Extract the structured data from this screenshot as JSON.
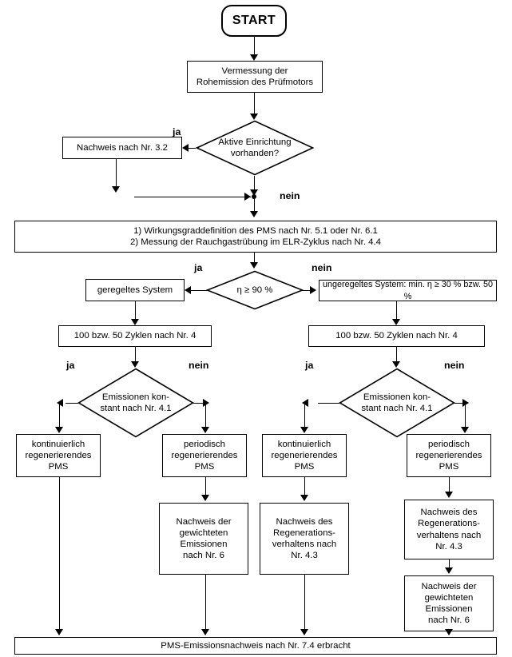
{
  "diagram": {
    "title": "PMS-Emissionsnachweis Ablaufdiagramm",
    "language": "de",
    "nodes": {
      "start": {
        "text": "START",
        "shape": "terminator"
      },
      "vermessung": {
        "line1": "Vermessung der",
        "line2": "Rohemission des Prüfmotors",
        "shape": "process"
      },
      "aktive_einrichtung": {
        "line1": "Aktive Einrichtung",
        "line2": "vorhanden?",
        "shape": "decision"
      },
      "nachweis_32": {
        "text": "Nachweis nach Nr. 3.2",
        "shape": "process"
      },
      "wirkungsgrad": {
        "line1": "1) Wirkungsgraddefinition des PMS nach Nr. 5.1 oder Nr. 6.1",
        "line2": "2) Messung der Rauchgastrübung im ELR-Zyklus nach Nr. 4.4",
        "shape": "process"
      },
      "eta_decision": {
        "text": "η ≥ 90 %",
        "shape": "decision"
      },
      "geregeltes_system": {
        "text": "geregeltes System",
        "shape": "process"
      },
      "ungeregeltes_system": {
        "text": "ungeregeltes System: min. η ≥ 30 % bzw. 50 %",
        "shape": "process"
      },
      "zyklen_left": {
        "text": "100 bzw. 50 Zyklen nach Nr. 4",
        "shape": "process"
      },
      "zyklen_right": {
        "text": "100 bzw. 50 Zyklen nach Nr. 4",
        "shape": "process"
      },
      "emissionen_konstant_left": {
        "line1": "Emissionen kon-",
        "line2": "stant nach Nr. 4.1",
        "shape": "decision"
      },
      "emissionen_konstant_right": {
        "line1": "Emissionen kon-",
        "line2": "stant nach Nr. 4.1",
        "shape": "decision"
      },
      "pms_kont_1": {
        "line1": "kontinuierlich",
        "line2": "regenerierendes",
        "line3": "PMS",
        "shape": "process"
      },
      "pms_per_1": {
        "line1": "periodisch",
        "line2": "regenerierendes",
        "line3": "PMS",
        "shape": "process"
      },
      "pms_kont_2": {
        "line1": "kontinuierlich",
        "line2": "regenerierendes",
        "line3": "PMS",
        "shape": "process"
      },
      "pms_per_2": {
        "line1": "periodisch",
        "line2": "regenerierendes",
        "line3": "PMS",
        "shape": "process"
      },
      "nachweis_gewichtet_1": {
        "line1": "Nachweis der",
        "line2": "gewichteten",
        "line3": "Emissionen",
        "line4": "nach Nr. 6",
        "shape": "process"
      },
      "nachweis_regen_1": {
        "line1": "Nachweis des",
        "line2": "Regenerations-",
        "line3": "verhaltens nach",
        "line4": "Nr. 4.3",
        "shape": "process"
      },
      "nachweis_regen_2": {
        "line1": "Nachweis des",
        "line2": "Regenerations-",
        "line3": "verhaltens nach",
        "line4": "Nr. 4.3",
        "shape": "process"
      },
      "nachweis_gewichtet_2": {
        "line1": "Nachweis der",
        "line2": "gewichteten",
        "line3": "Emissionen",
        "line4": "nach Nr. 6",
        "shape": "process"
      },
      "ende": {
        "text": "PMS-Emissionsnachweis nach Nr. 7.4 erbracht",
        "shape": "process"
      }
    },
    "edge_labels": {
      "ja_aktive": "ja",
      "nein_aktive": "nein",
      "ja_eta": "ja",
      "nein_eta": "nein",
      "ja_em_left": "ja",
      "nein_em_left": "nein",
      "ja_em_right": "ja",
      "nein_em_right": "nein"
    },
    "colors": {
      "stroke": "#000000",
      "fill": "#ffffff",
      "text": "#000000"
    }
  }
}
